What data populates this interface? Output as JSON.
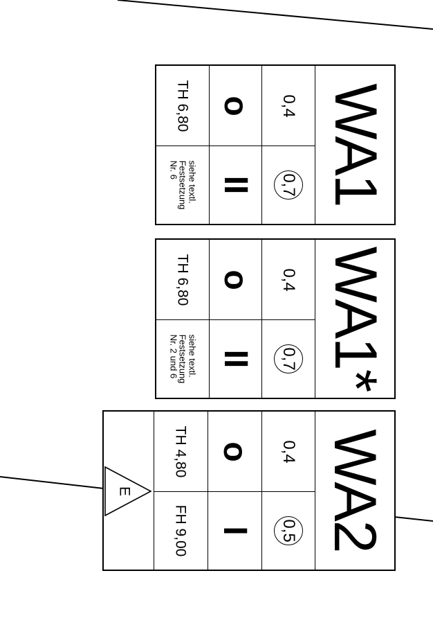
{
  "blocks": [
    {
      "name": "WA1",
      "grz": "0,4",
      "gfz": "0,7",
      "bauweise": "o",
      "geschosse": "II",
      "hoehe": "TH 6,80",
      "note": "siehe textl.\nFestsetzung\nNr. 6"
    },
    {
      "name": "WA1*",
      "grz": "0,4",
      "gfz": "0,7",
      "bauweise": "o",
      "geschosse": "II",
      "hoehe": "TH 6,80",
      "note": "siehe textl.\nFestsetzung\nNr. 2 und 6"
    },
    {
      "name": "WA2",
      "grz": "0,4",
      "gfz": "0,5",
      "bauweise": "o",
      "geschosse": "I",
      "hoehe": "TH 4,80",
      "hoehe2": "FH 9,00",
      "triangle_label": "E"
    }
  ]
}
